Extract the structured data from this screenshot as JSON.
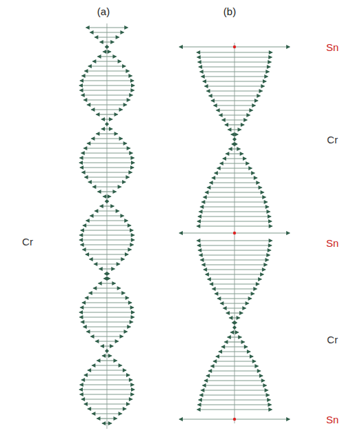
{
  "diagram": {
    "labels": [
      "(a)",
      "(b)",
      "Cr",
      "Sn",
      "Cr",
      "Sn",
      "Cr",
      "Sn"
    ]
  }
}
